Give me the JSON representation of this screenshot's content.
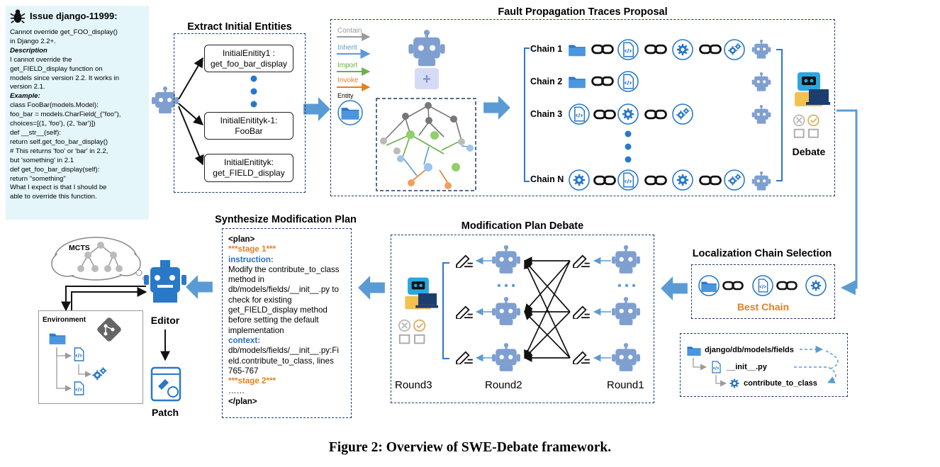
{
  "issue": {
    "title": "Issue django-11999:",
    "lines": [
      {
        "t": "Cannot override get_FOO_display()",
        "s": ""
      },
      {
        "t": "in Django 2.2+.",
        "s": ""
      },
      {
        "t": "Description",
        "s": "b"
      },
      {
        "t": "I cannot override the",
        "s": ""
      },
      {
        "t": "get_FIELD_display function on",
        "s": ""
      },
      {
        "t": "models since version 2.2. It works in",
        "s": ""
      },
      {
        "t": "version 2.1.",
        "s": ""
      },
      {
        "t": "Example:",
        "s": "b"
      },
      {
        "t": "class FooBar(models.Model):",
        "s": ""
      },
      {
        "t": "foo_bar = models.CharField(_(\"foo\"),",
        "s": ""
      },
      {
        "t": "choices=[(1, 'foo'), (2, 'bar')])",
        "s": ""
      },
      {
        "t": "def __str__(self):",
        "s": ""
      },
      {
        "t": "return self.get_foo_bar_display()",
        "s": ""
      },
      {
        "t": "# This returns 'foo' or 'bar' in 2.2,",
        "s": ""
      },
      {
        "t": "but 'something' in 2.1",
        "s": ""
      },
      {
        "t": "def get_foo_bar_display(self):",
        "s": ""
      },
      {
        "t": "return \"something\"",
        "s": ""
      },
      {
        "t": "What I expect is that I should be",
        "s": ""
      },
      {
        "t": "able to override this function.",
        "s": ""
      }
    ]
  },
  "extract": {
    "title": "Extract Initial Entities",
    "e1a": "InitialEnitity1 :",
    "e1b": "get_foo_bar_display",
    "e2a": "InitialEnitityk-1:",
    "e2b": "FooBar",
    "e3a": "InitialEnitityk:",
    "e3b": "get_FIELD_display"
  },
  "fault": {
    "title": "Fault Propagation Traces Proposal",
    "legend": {
      "contain": "Contain",
      "inherit": "Inherit",
      "import": "Import",
      "invoke": "Invoke",
      "entity": "Entity"
    },
    "chains": [
      "Chain 1",
      "Chain 2",
      "Chain 3",
      "Chain N"
    ],
    "debate": "Debate"
  },
  "selection": {
    "title": "Localization Chain Selection",
    "best": "Best Chain",
    "path1": "django/db/models/fields",
    "path2": "__init__.py",
    "path3": "contribute_to_class"
  },
  "mdebate": {
    "title": "Modification Plan Debate",
    "rounds": [
      "Round3",
      "Round2",
      "Round1"
    ]
  },
  "synth": {
    "title": "Synthesize Modification Plan",
    "plan_open": "<plan>",
    "stage1": "***stage 1***",
    "instr_label": "instruction:",
    "instr": [
      "Modify the contribute_to_class",
      "method in",
      "db/models/fields/__init__.py to",
      "check for existing",
      "get_FIELD_display method",
      "before setting the default",
      "implementation"
    ],
    "ctx_label": "context:",
    "ctx": [
      "db/models/fields/__init__.py:Fi",
      "eld.contribute_to_class, lines",
      "765-767"
    ],
    "stage2": "***stage 2***",
    "dots": "……",
    "plan_close": "</plan>"
  },
  "editor": {
    "mcts": "MCTS",
    "env": "Environment",
    "editor": "Editor",
    "patch": "Patch"
  },
  "caption": "Figure 2: Overview of SWE-Debate framework.",
  "colors": {
    "blue": "#2a6dbf",
    "lightblue": "#5b9bd5",
    "robot": "#7f9fd1",
    "green": "#6ab04c",
    "orange": "#e67e22",
    "gray": "#9a9a9a",
    "dash": "#1f3a6b",
    "issuebg": "#e4f6fa"
  }
}
